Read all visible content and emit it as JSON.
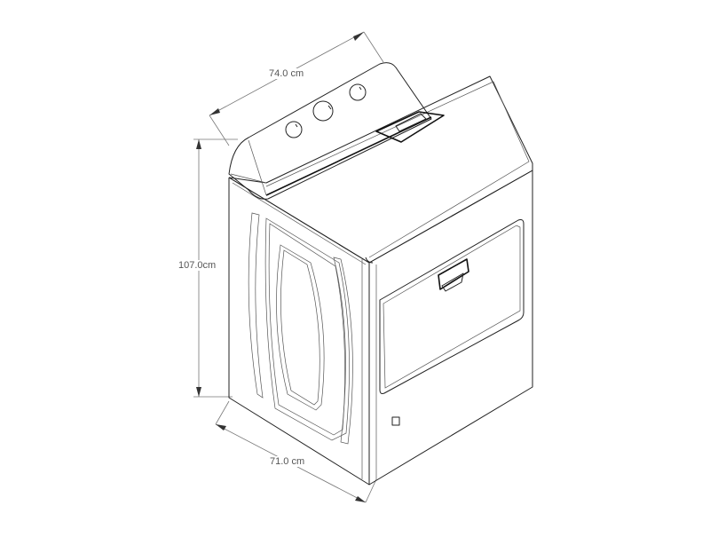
{
  "diagram": {
    "subject": "dryer",
    "dimensions": {
      "width": {
        "label": "74.0 cm",
        "value": 74.0,
        "unit": "cm"
      },
      "height": {
        "label": "107.0cm",
        "value": 107.0,
        "unit": "cm"
      },
      "depth": {
        "label": "71.0 cm",
        "value": 71.0,
        "unit": "cm"
      }
    },
    "parts": [
      "control-console",
      "control-knob-1",
      "control-knob-2",
      "control-knob-3",
      "lint-filter",
      "top-panel",
      "side-panel",
      "front-door",
      "door-handle",
      "front-badge"
    ],
    "colors": {
      "line": "#222222",
      "dimension_line": "#777777",
      "label": "#555555",
      "background": "#ffffff"
    }
  }
}
